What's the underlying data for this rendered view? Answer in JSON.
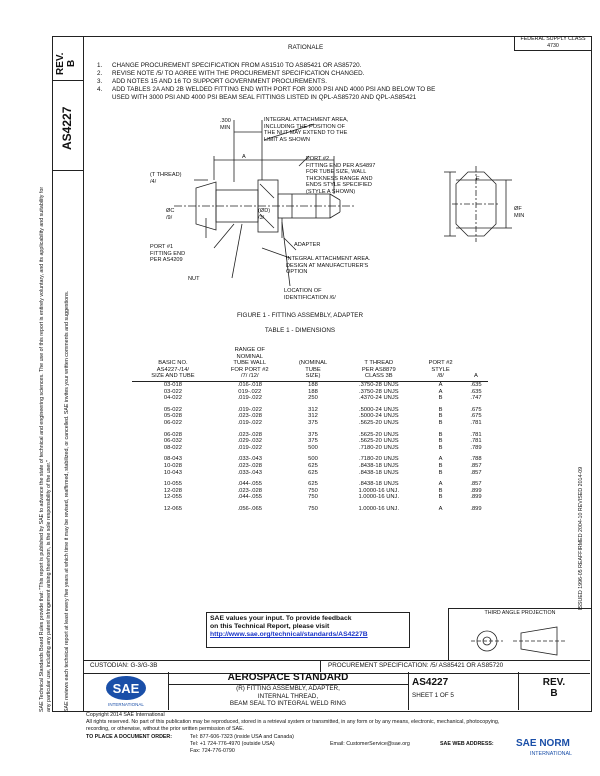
{
  "left_margin": {
    "rev_label": "REV.",
    "rev_value": "B",
    "doc_number": "AS4227",
    "disclaimer": "SAE Technical Standards Board Rules provide that: \"This report is published by SAE to advance the state of technical and engineering sciences. The use of this report is entirely voluntary, and its applicability and suitability for any particular use, including any patent infringement arising therefrom, is the sole responsibility of the user.\"",
    "disclaimer2": "SAE reviews each technical report at least every five years at which time it may be revised, reaffirmed, stabilized, or cancelled. SAE invites your written comments and suggestions."
  },
  "header": {
    "fed_code": "FEDERAL SUPPLY CLASS",
    "fed_code_num": "4730",
    "rationale_title": "RATIONALE",
    "rationale_items": [
      {
        "num": "1.",
        "text": "CHANGE PROCUREMENT SPECIFICATION FROM AS1510 TO AS85421 OR AS85720."
      },
      {
        "num": "2.",
        "text": "REVISE NOTE /5/ TO AGREE WITH THE PROCUREMENT SPECIFICATION CHANGED."
      },
      {
        "num": "3.",
        "text": "ADD NOTES 15 AND 16 TO SUPPORT GOVERNMENT PROCUREMENTS."
      },
      {
        "num": "4.",
        "text": "ADD TABLES 2A AND 2B WELDED FITTING END WITH PORT FOR 3000 PSI AND 4000 PSI AND BELOW TO BE"
      },
      {
        "num": "",
        "text": "USED WITH 3000 PSI AND 4000 PSI BEAM SEAL FITTINGS LISTED IN QPL-AS85720 AND QPL-AS85421"
      }
    ]
  },
  "figure": {
    "labels": {
      "dim_300": ".300\nMIN",
      "integral_area": "INTEGRAL ATTACHMENT AREA,\nINCLUDING THE POSITION OF\nTHE NUT MAY EXTEND TO THE\nLIMIT AS SHOWN",
      "dim_a": "A",
      "port2": "PORT #2\nFITTING END PER AS4897\nFOR TUBE SIZE, WALL\nTHICKNESS RANGE AND\nENDS STYLE SPECIFIED\n(STYLE A SHOWN)",
      "t_thread": "(T THREAD)\n/4/",
      "dia_c": "ØC\n/9/",
      "dia_d": "(ØD)\n/3/",
      "port1": "PORT #1\nFITTING END\nPER AS4209",
      "nut": "NUT",
      "adapter": "ADAPTER",
      "design_area": "INTEGRAL ATTACHMENT AREA.\nDESIGN AT MANUFACTURER'S\nOPTION",
      "location_id": "LOCATION OF\nIDENTIFICATION /6/",
      "dim_e": "E",
      "dim_f": "ØF\nMIN"
    },
    "caption": "FIGURE 1 - FITTING ASSEMBLY, ADAPTER"
  },
  "table": {
    "title": "TABLE 1 - DIMENSIONS",
    "headers": [
      "BASIC NO.\nAS4227-/14/\nSIZE AND TUBE",
      "RANGE OF\nNOMINAL\nTUBE WALL\nFOR PORT #2\n/7/ /12/",
      "(NOMINAL\nTUBE\nSIZE)",
      "T THREAD\nPER AS8879\nCLASS 3B",
      "PORT #2\nSTYLE\n/8/",
      "A"
    ],
    "rows": [
      [
        "03-018",
        ".016-.018",
        "188",
        ".3750-28 UNJS",
        "A",
        ".635",
        false
      ],
      [
        "03-022",
        "019-.022",
        "188",
        ".3750-28 UNJS",
        "A",
        ".635",
        false
      ],
      [
        "04-022",
        ".019-.022",
        "250",
        ".4370-24 UNJS",
        "B",
        ".747",
        false
      ],
      [
        "05-022",
        ".019-.022",
        "312",
        ".5000-24 UNJS",
        "B",
        ".675",
        true
      ],
      [
        "05-028",
        ".023-.028",
        "312",
        ".5000-24 UNJS",
        "B",
        ".675",
        false
      ],
      [
        "06-022",
        ".019-.022",
        "375",
        ".5625-20 UNJS",
        "B",
        ".781",
        false
      ],
      [
        "06-028",
        ".023-.028",
        "375",
        ".5625-20 UNJS",
        "B",
        ".781",
        true
      ],
      [
        "06-032",
        ".029-.032",
        "375",
        ".5625-20 UNJS",
        "B",
        ".781",
        false
      ],
      [
        "08-022",
        ".019-.022",
        "500",
        ".7180-20 UNJS",
        "B",
        ".789",
        false
      ],
      [
        "08-043",
        ".033-.043",
        "500",
        ".7180-20 UNJS",
        "A",
        ".788",
        true
      ],
      [
        "10-028",
        ".023-.028",
        "625",
        ".8438-18 UNJS",
        "B",
        ".857",
        false
      ],
      [
        "10-043",
        ".033-.043",
        "625",
        ".8438-18 UNJS",
        "B",
        ".857",
        false
      ],
      [
        "10-055",
        ".044-.055",
        "625",
        ".8438-18 UNJS",
        "A",
        ".857",
        true
      ],
      [
        "12-028",
        ".023-.028",
        "750",
        "1.0000-16 UNJ.",
        "B",
        ".899",
        false
      ],
      [
        "12-055",
        ".044-.055",
        "750",
        "1.0000-16 UNJ.",
        "B",
        ".899",
        false
      ],
      [
        "12-065",
        ".056-.065",
        "750",
        "1.0000-16 UNJ.",
        "A",
        ".899",
        true
      ]
    ]
  },
  "right_margin_text": "ISSUED 1996-05    REAFFIRMED 2004-10    REVISED 2014-09",
  "feedback": {
    "line1": "SAE values your input. To provide feedback",
    "line2": "on this Technical Report, please visit",
    "url": "http://www.sae.org/technical/standards/AS4227B"
  },
  "third_angle": "THIRD ANGLE PROJECTION",
  "custodian": "CUSTODIAN: G-3/G-3B",
  "procurement": "PROCUREMENT SPECIFICATION: /5/ AS85421 OR AS85720",
  "title_block": {
    "logo": "SAE",
    "logo_sub": "INTERNATIONAL",
    "std_title": "AEROSPACE STANDARD",
    "desc_l1": "(R) FITTING ASSEMBLY, ADAPTER,",
    "desc_l2": "INTERNAL THREAD,",
    "desc_l3": "BEAM SEAL TO INTEGRAL WELD RING",
    "doc": "AS4227",
    "sheet": "SHEET 1 OF 5",
    "rev_label": "REV.",
    "rev": "B"
  },
  "footer": {
    "copyright": "Copyright 2014 SAE International",
    "rights": "All rights reserved. No part of this publication may be reproduced, stored in a retrieval system or transmitted, in any form or by any means, electronic, mechanical, photocopying,",
    "rights2": "recording, or otherwise, without the prior written permission of SAE.",
    "order_label": "TO PLACE A DOCUMENT ORDER:",
    "tel1": "Tel: 877-606-7323 (inside USA and Canada)",
    "tel2": "Tel: +1 724-776-4970 (outside USA)",
    "fax": "Fax: 724-776-0790",
    "email": "Email: CustomerService@sae.org",
    "web": "SAE WEB ADDRESS:",
    "watermark": "SAE NORM",
    "watermark_sub": "INTERNATIONAL"
  }
}
